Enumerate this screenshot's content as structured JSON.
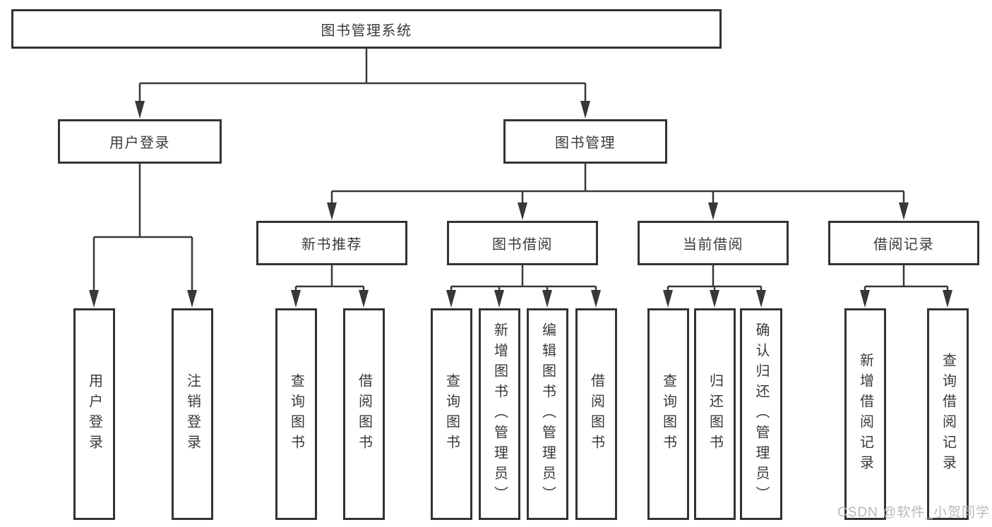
{
  "diagram": {
    "title_note": "functional structure chart",
    "colors": {
      "line": "#383838",
      "border": "#333333",
      "text": "#3a3a3a",
      "background": "#ffffff",
      "watermark": "#b9b9b9"
    },
    "nodes": {
      "root": "图书管理系统",
      "level2": {
        "user_login": "用户登录",
        "book_mgmt": "图书管理"
      },
      "level3": {
        "new_books": "新书推荐",
        "book_borrow": "图书借阅",
        "current_borrow": "当前借阅",
        "borrow_records": "借阅记录"
      },
      "leaves": {
        "user_login": [
          "用户登录",
          "注销登录"
        ],
        "new_books": [
          "查询图书",
          "借阅图书"
        ],
        "book_borrow": [
          "查询图书",
          "新增图书（管理员）",
          "编辑图书（管理员）",
          "借阅图书"
        ],
        "current_borrow": [
          "查询图书",
          "归还图书",
          "确认归还（管理员）"
        ],
        "borrow_records": [
          "新增借阅记录",
          "查询借阅记录"
        ]
      }
    },
    "watermark": "CSDN @软件_小贺同学"
  }
}
